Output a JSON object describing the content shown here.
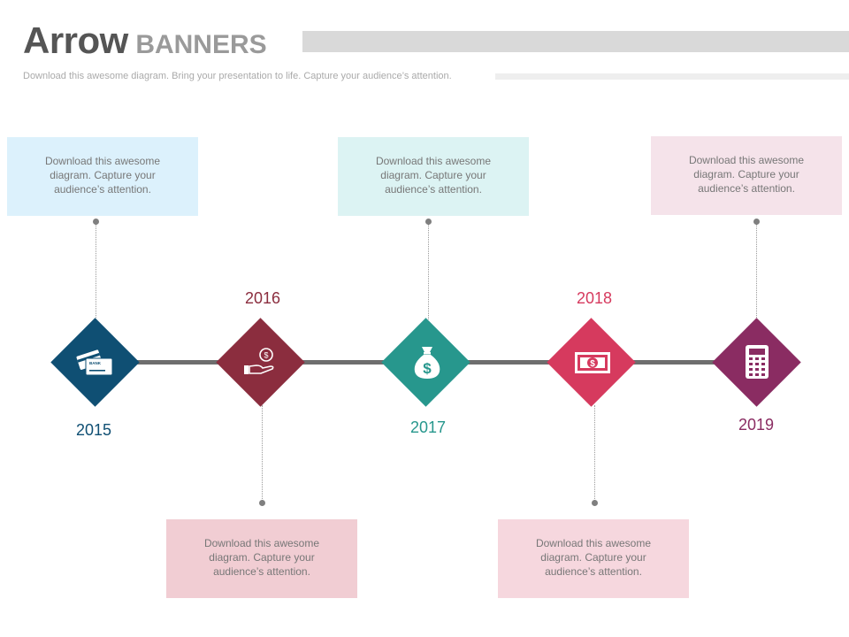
{
  "header": {
    "title_main": "Arrow",
    "title_sub": "BANNERS",
    "subtitle": "Download this awesome diagram. Bring your presentation to life. Capture your audience’s attention."
  },
  "timeline": {
    "items": [
      {
        "year": "2015",
        "text": "Download this awesome diagram. Capture your audience’s attention.",
        "color": "#0f4f73",
        "box_color": "#dcf1fc",
        "icon": "credit-cards-icon"
      },
      {
        "year": "2016",
        "text": "Download this awesome diagram. Capture your audience’s attention.",
        "color": "#8b2d3e",
        "box_color": "#f1cdd3",
        "icon": "hand-coin-icon"
      },
      {
        "year": "2017",
        "text": "Download this awesome diagram. Capture your audience’s attention.",
        "color": "#27978d",
        "box_color": "#dcf3f3",
        "icon": "money-bag-icon"
      },
      {
        "year": "2018",
        "text": "Download this awesome diagram. Capture your audience’s attention.",
        "color": "#d63a5e",
        "box_color": "#f6d7de",
        "icon": "banknote-icon"
      },
      {
        "year": "2019",
        "text": "Download this awesome diagram. Capture your audience’s attention.",
        "color": "#8a2c62",
        "box_color": "#f5e3ea",
        "icon": "calculator-icon"
      }
    ],
    "bag_symbol": "$",
    "card_brand": "BANK"
  }
}
